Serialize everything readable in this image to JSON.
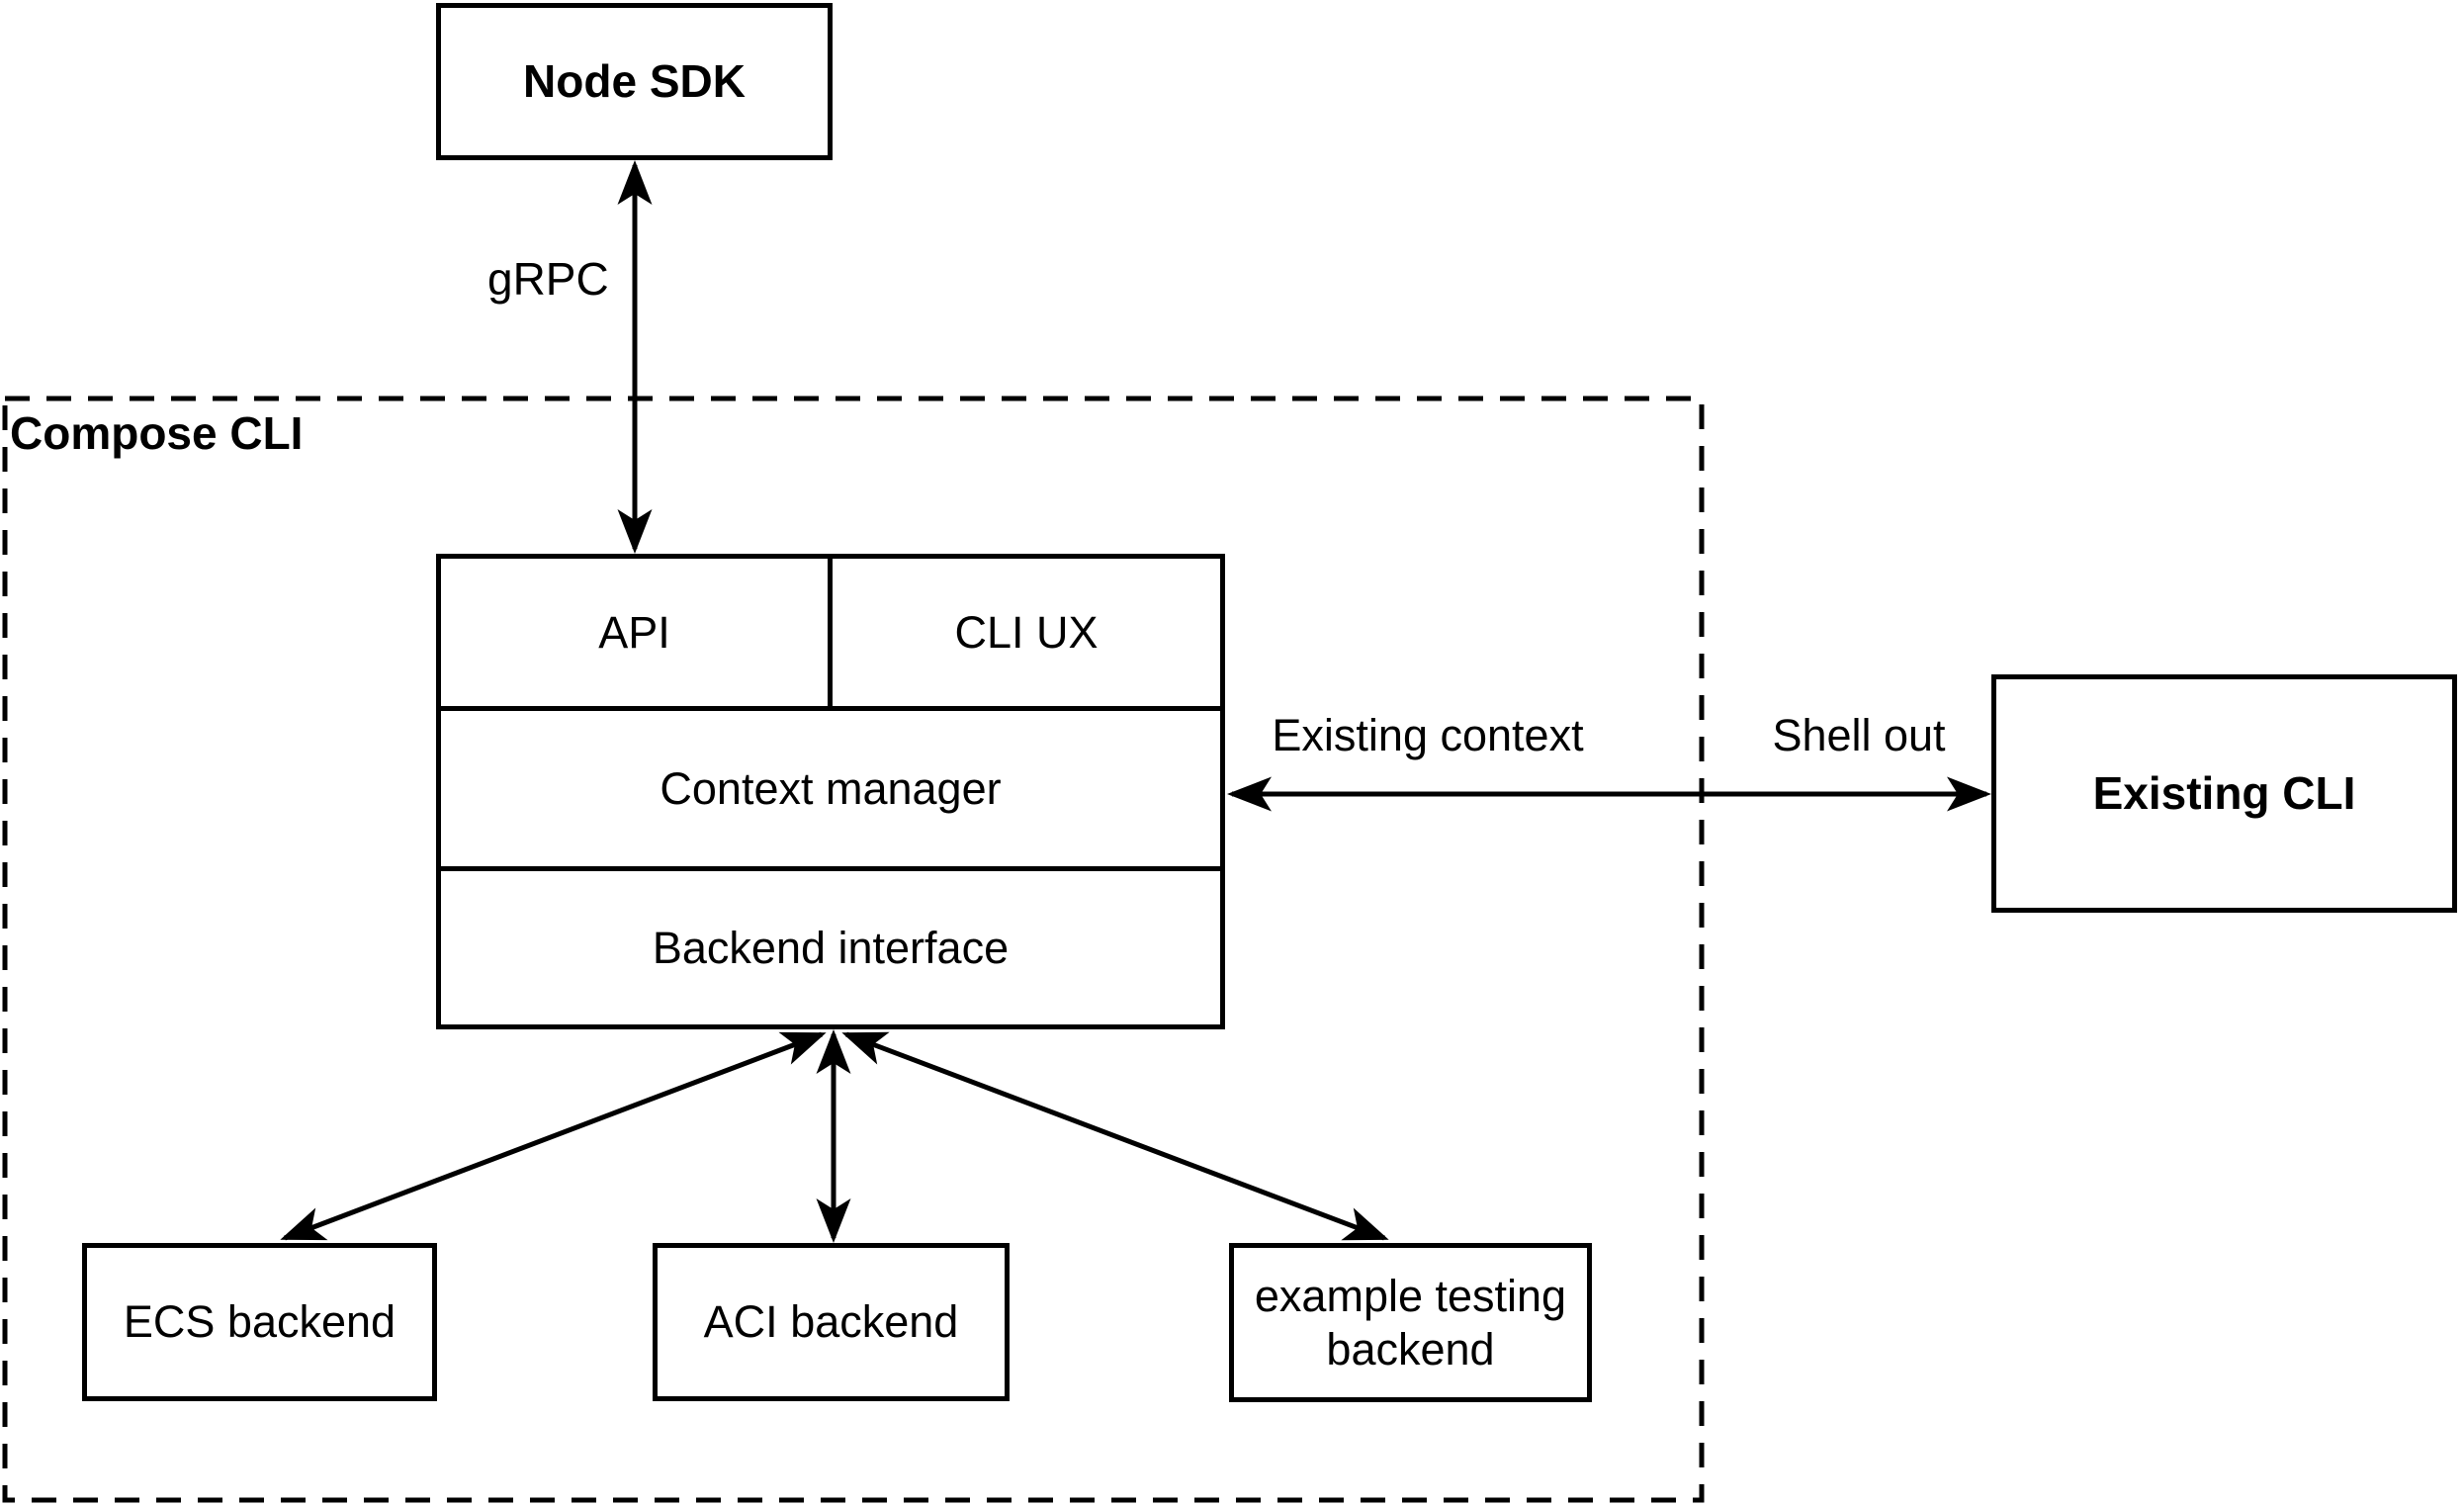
{
  "colors": {
    "stroke": "#000000",
    "background": "#ffffff"
  },
  "container": {
    "label": "Compose CLI"
  },
  "nodes": {
    "node_sdk": {
      "label": "Node SDK"
    },
    "api": {
      "label": "API"
    },
    "cli_ux": {
      "label": "CLI UX"
    },
    "context_manager": {
      "label": "Context manager"
    },
    "backend_interface": {
      "label": "Backend interface"
    },
    "existing_cli": {
      "label": "Existing CLI"
    },
    "ecs_backend": {
      "label": "ECS backend"
    },
    "aci_backend": {
      "label": "ACI backend"
    },
    "example_testing_backend": {
      "label": "example testing\nbackend"
    }
  },
  "edge_labels": {
    "grpc": "gRPC",
    "existing_context": "Existing context",
    "shell_out": "Shell out"
  }
}
